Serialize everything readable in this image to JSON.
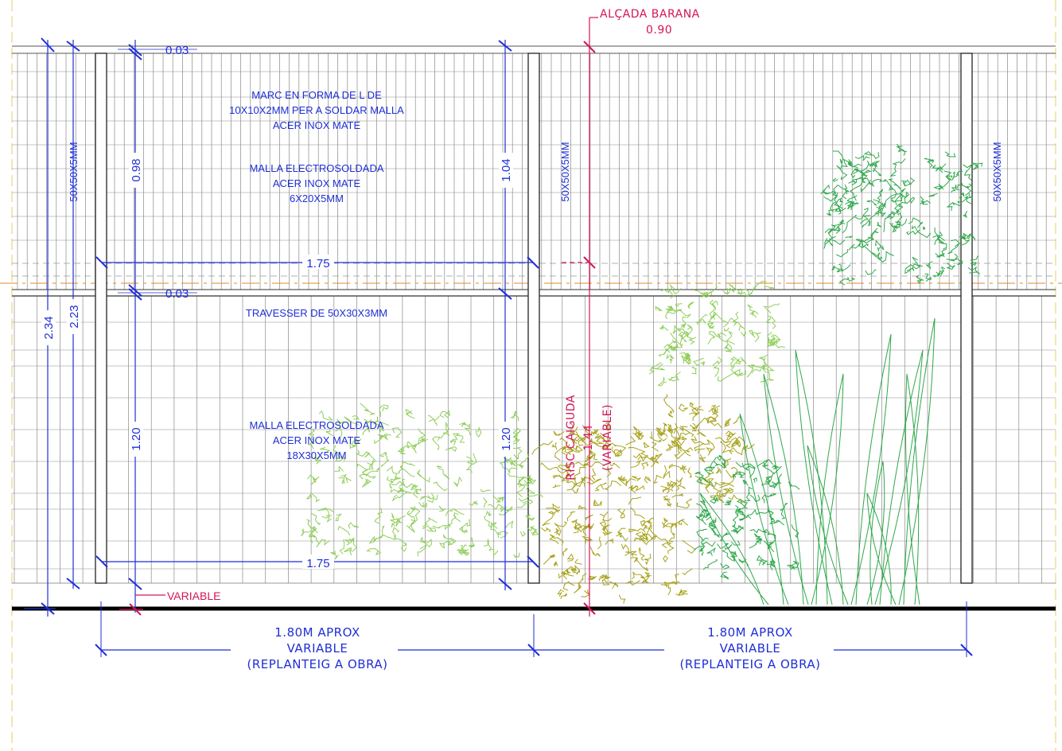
{
  "colors": {
    "dimension": "#1f2fd6",
    "annotation_red": "#d4145a",
    "orange_dash": "#e08a2a",
    "grid": "#8a8a8a",
    "post": "#222222",
    "plant_light": "#8fce5a",
    "plant_olive": "#a8a21a",
    "plant_green": "#2ea84a"
  },
  "annotations": {
    "alcada_label": "ALÇADA BARANA",
    "alcada_value": "0.90",
    "frame_note": [
      "MARC EN FORMA DE L DE",
      "10X10X2MM PER A SOLDAR MALLA",
      "ACER INOX MATE"
    ],
    "upper_mesh_note": [
      "MALLA ELECTROSOLDADA",
      "ACER INOX MATE",
      "6X20X5MM"
    ],
    "rail_note": "TRAVESSER DE 50X30X3MM",
    "lower_mesh_note": [
      "MALLA ELECTROSOLDADA",
      "ACER INOX MATE",
      "18X30X5MM"
    ],
    "post_profile": "50X50X5MM",
    "risc_label": "RISC CAIGUDA",
    "risc_value": "1.44",
    "risc_variable": "(VARIABLE)",
    "variable_label": "VARIABLE"
  },
  "dimensions": {
    "overall_height": "2.34",
    "post_height": "2.23",
    "top_gap": "0.03",
    "rail_gap": "0.03",
    "upper_panel_height": "0.98",
    "upper_panel_height_right": "1.04",
    "lower_panel_height": "1.20",
    "lower_panel_height_right": "1.20",
    "panel_width_upper": "1.75",
    "panel_width_lower": "1.75"
  },
  "spacing_notes": [
    {
      "line1": "1.80M APROX",
      "line2": "VARIABLE",
      "line3": "(REPLANTEIG A OBRA)"
    },
    {
      "line1": "1.80M APROX",
      "line2": "VARIABLE",
      "line3": "(REPLANTEIG A OBRA)"
    }
  ]
}
